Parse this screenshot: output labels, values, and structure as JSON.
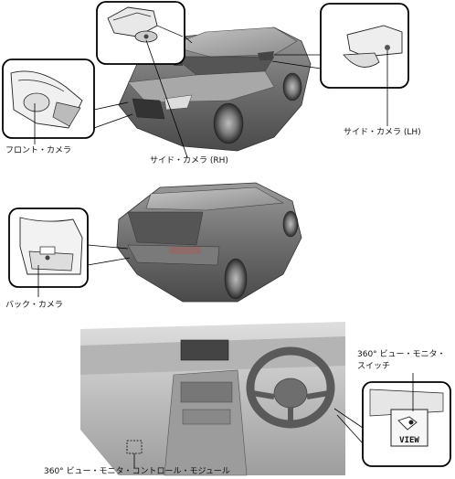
{
  "callouts": {
    "front_camera": "フロント・カメラ",
    "side_camera_rh": "サイド・カメラ (RH)",
    "side_camera_lh": "サイド・カメラ (LH)",
    "back_camera": "バック・カメラ",
    "switch_line1": "360° ビュー・モニタ・",
    "switch_line2": "スイッチ",
    "control_module": "360° ビュー・モニタ・コントロール・モジュール"
  },
  "switch_button_text": "VIEW"
}
